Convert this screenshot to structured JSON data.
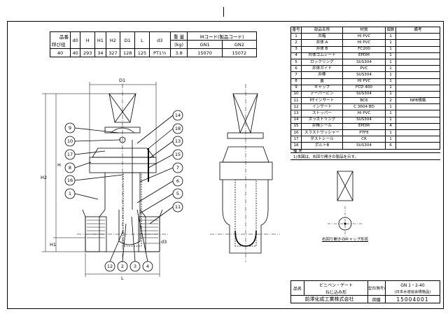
{
  "dim_table": {
    "header": [
      "呼び径",
      "d0",
      "H",
      "H1",
      "H2",
      "D1",
      "L",
      "d3",
      "重量(kg)",
      "Mコード(製品コード)"
    ],
    "header_label_row": "品番",
    "header_label_col": "呼び径",
    "weight_label": "重 量",
    "weight_unit": "(kg)",
    "mcode_label": "Mコード(製品コード)",
    "mcode_sub": [
      "GN1",
      "GN2"
    ],
    "row": [
      "40",
      "40",
      "293",
      "34",
      "327",
      "128",
      "125",
      "PT1½",
      "3.8",
      "15070",
      "15072"
    ]
  },
  "parts_table": {
    "headers": [
      "番号",
      "部品名称",
      "材質",
      "個数",
      "備考"
    ],
    "rows": [
      [
        "1",
        "弁箱",
        "HI PVC",
        "1",
        ""
      ],
      [
        "2",
        "弁体 A",
        "HI PVC",
        "1",
        ""
      ],
      [
        "3",
        "弁体 B",
        "FC200",
        "1",
        ""
      ],
      [
        "4",
        "弁体ゴムシート",
        "EPDM",
        "1",
        ""
      ],
      [
        "5",
        "ロックリング",
        "SUS304",
        "1",
        ""
      ],
      [
        "6",
        "弁体ガイド",
        "PVC",
        "1",
        ""
      ],
      [
        "7",
        "弁棒",
        "SUS304",
        "1",
        ""
      ],
      [
        "8",
        "蓋",
        "HI PVC",
        "1",
        ""
      ],
      [
        "9",
        "キャップ",
        "FCD 400",
        "1",
        ""
      ],
      [
        "10",
        "テーパーピン",
        "SUS304",
        "1",
        ""
      ],
      [
        "11",
        "PTインサート",
        "BC6",
        "2",
        "NPB規格"
      ],
      [
        "12",
        "インサート",
        "C 3604 BD",
        "1",
        ""
      ],
      [
        "13",
        "ストッパー",
        "HI PVC",
        "1",
        ""
      ],
      [
        "14",
        "スラストリング",
        "SUS304",
        "1",
        ""
      ],
      [
        "15",
        "弁棒シール",
        "EPDM",
        "4",
        ""
      ],
      [
        "16",
        "スラストワッシャー",
        "PTFE",
        "1",
        ""
      ],
      [
        "17",
        "ダストシール",
        "CR",
        "1",
        ""
      ],
      [
        "18",
        "ボルトB",
        "SUS304",
        "6",
        ""
      ]
    ]
  },
  "notes": {
    "heading": "備 考",
    "line1": "1)本図は、右回り開きの製品を示す。"
  },
  "cap_caption": "右回り開きのキャップ形状",
  "drawing_labels": {
    "D1": "D1",
    "H": "H",
    "H2": "H2",
    "H1": "H1",
    "L": "L",
    "d3": "d3",
    "callouts_left": [
      "9",
      "10",
      "17",
      "8",
      "16",
      "1"
    ],
    "callouts_right": [
      "14",
      "18",
      "13",
      "15",
      "7",
      "6",
      "5",
      "11"
    ],
    "callouts_bottom": [
      "12",
      "2",
      "3",
      "4"
    ]
  },
  "title_block": {
    "name_label": "品名",
    "name_line1": "ビニペン・ゲート",
    "name_line2": "ねじ込み形",
    "model_label": "型式(略号)",
    "model_line1": "GN 1・2-40",
    "model_line2": "(日本水道協会規格品)",
    "company": "前澤化成工業株式会社",
    "drawing_no_label": "図番",
    "drawing_no": "15004001"
  }
}
